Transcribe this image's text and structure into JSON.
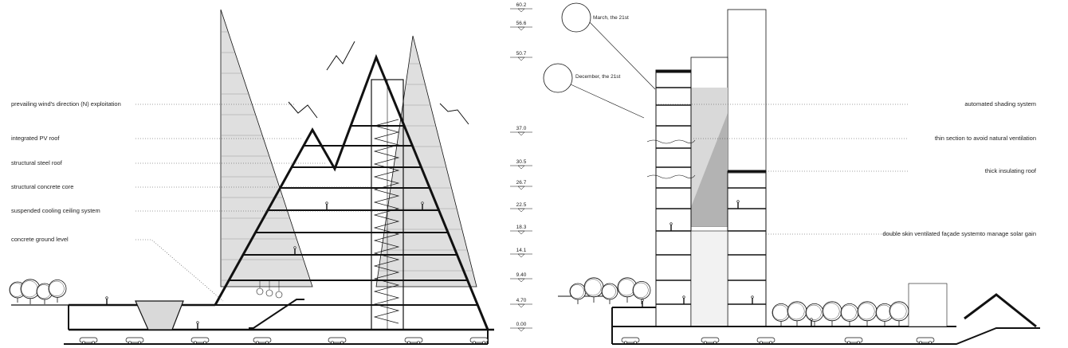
{
  "left_labels": [
    {
      "id": "wind",
      "text": "prevailing wind's direction (N) exploitation"
    },
    {
      "id": "pv",
      "text": "integrated PV roof"
    },
    {
      "id": "steel",
      "text": "structural steel roof"
    },
    {
      "id": "core",
      "text": "structural concrete core"
    },
    {
      "id": "cooling",
      "text": "suspended cooling ceiling system"
    },
    {
      "id": "ground",
      "text": "concrete ground level"
    }
  ],
  "levels": [
    "60.2",
    "56.6",
    "50.7",
    "37.0",
    "30.5",
    "26.7",
    "22.5",
    "18.3",
    "14.1",
    "9.40",
    "4.70",
    "0.00"
  ],
  "sun_labels": [
    {
      "id": "march",
      "text": "March, the 21st"
    },
    {
      "id": "december",
      "text": "December, the 21st"
    }
  ],
  "right_labels": [
    {
      "id": "shading",
      "text": "automated shading system"
    },
    {
      "id": "thin",
      "text": "thin section to avoid natural ventilation"
    },
    {
      "id": "insulating",
      "text": "thick insulating roof"
    },
    {
      "id": "skin",
      "text": "double skin ventilated façade systemto manage solar gain"
    }
  ],
  "colors": {
    "line": "#111111",
    "glass": "#d9d9d9",
    "shade": "#b3b3b3",
    "leader": "#444444"
  }
}
